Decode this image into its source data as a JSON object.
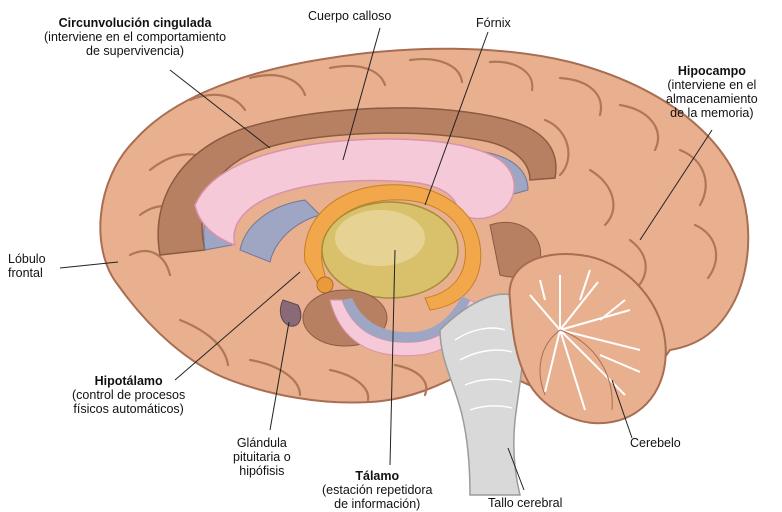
{
  "labels": {
    "cingulate": {
      "name": "Circunvolución cingulada",
      "desc1": "(interviene en el comportamiento",
      "desc2": "de supervivencia)"
    },
    "corpus_callosum": {
      "name": "Cuerpo calloso"
    },
    "fornix": {
      "name": "Fórnix"
    },
    "hippocampus": {
      "name": "Hipocampo",
      "desc1": "(interviene en el",
      "desc2": "almacenamiento",
      "desc3": "de la memoria)"
    },
    "frontal_lobe": {
      "line1": "Lóbulo",
      "line2": "frontal"
    },
    "hypothalamus": {
      "name": "Hipotálamo",
      "desc1": "(control de procesos",
      "desc2": "físicos automáticos)"
    },
    "pituitary": {
      "line1": "Glándula",
      "line2": "pituitaria o",
      "line3": "hipófisis"
    },
    "thalamus": {
      "name": "Tálamo",
      "desc1": "(estación repetidora",
      "desc2": "de información)"
    },
    "cerebellum": {
      "name": "Cerebelo"
    },
    "brainstem": {
      "name": "Tallo cerebral"
    }
  },
  "colors": {
    "cortex": "#e8b08f",
    "cortex_dark": "#c98e6e",
    "gyrus_brown": "#b88062",
    "ventricle": "#9ea6c4",
    "callosum": "#f5c9d8",
    "thalamus": "#d9c06a",
    "fornix_orange": "#f2a84a",
    "brainstem": "#d9d9d9",
    "line": "#222222"
  }
}
